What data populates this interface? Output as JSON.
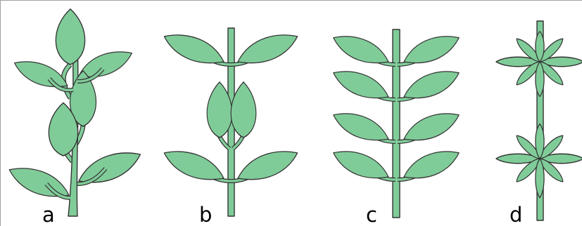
{
  "colors": {
    "leaf_fill": "#80CC99",
    "stem_fill": "#80CC99",
    "outline": "#333333",
    "background": "#FFFFFF",
    "frame": "#A0A0A0"
  },
  "panels": [
    {
      "label": "a",
      "arrangement": "alternate"
    },
    {
      "label": "b",
      "arrangement": "opposite"
    },
    {
      "label": "c",
      "arrangement": "opposite"
    },
    {
      "label": "d",
      "arrangement": "whorled"
    }
  ]
}
